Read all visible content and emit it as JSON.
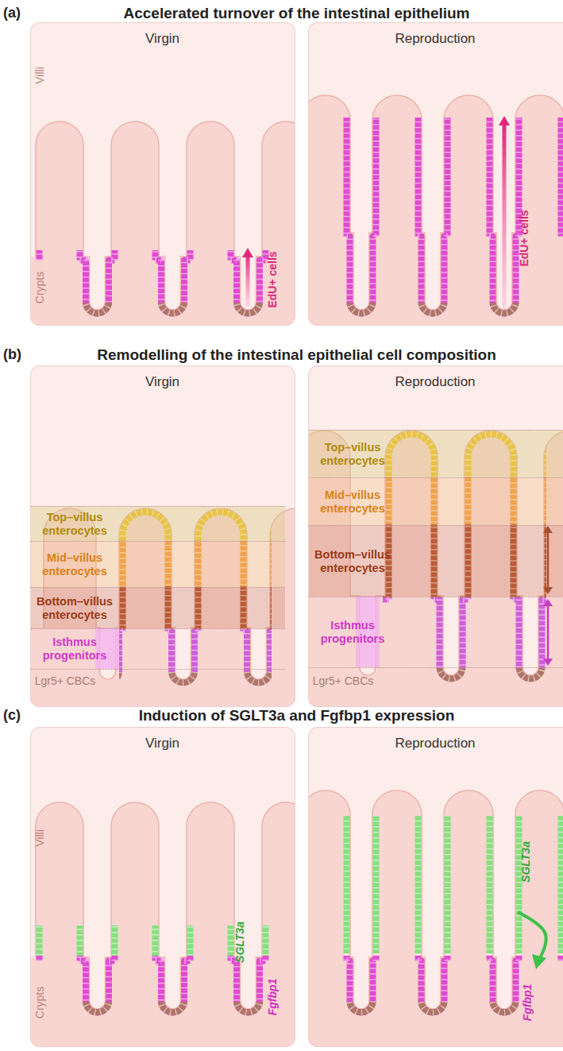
{
  "diagram": {
    "nodes": [
      {
        "text": [
          "Virgin"
        ]
      },
      {
        "text": [
          "Reproduction"
        ]
      },
      {
        "text": [
          "Virgin"
        ]
      },
      {
        "text": [
          "Top–villus enterocytes"
        ],
        "in": 2
      },
      {
        "text": [
          "Mid–villus enterocytes"
        ],
        "in": 2
      },
      {
        "text": [
          "Bottom–villus enterocytes"
        ],
        "in": 2
      },
      {
        "text": [
          "Isthmus progenitors"
        ],
        "in": 2
      },
      {
        "text": [
          "Reproduction"
        ]
      },
      {
        "text": [
          "Top–villus enterocytes"
        ],
        "in": 7
      },
      {
        "text": [
          "Mid–villus enterocytes"
        ],
        "in": 7
      },
      {
        "text": [
          "Bottom–villus enterocytes"
        ],
        "in": 7
      },
      {
        "text": [
          "Isthmus progenitors"
        ],
        "in": 7
      },
      {
        "text": [
          "Virgin"
        ]
      },
      {
        "text": [
          "Reproduction"
        ]
      }
    ],
    "labels": [
      "(a)",
      "Accelerated turnover of the intestinal epithelium",
      "Villi",
      "Crypts",
      "EdU+ cells",
      "EdU+ cells",
      "(b)",
      "Remodelling of the intestinal epithelial cell composition",
      "Lgr5+ CBCs",
      "Lgr5+ CBCs",
      "(c)",
      "Induction of SGLT3a and Fgfbp1 expression",
      "Villi",
      "Crypts",
      "SGLT3a",
      "Fgfbp1",
      "SGLT3a",
      "Fgfbp1"
    ]
  }
}
